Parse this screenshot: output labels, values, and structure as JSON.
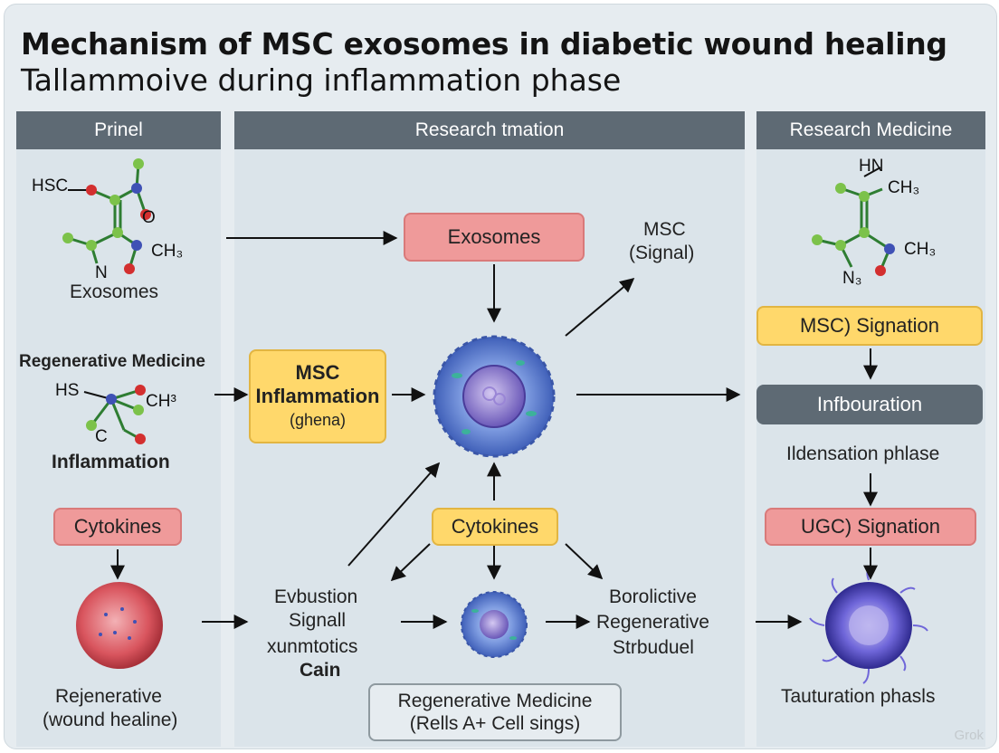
{
  "title": {
    "line1": "Mechanism of MSC exosomes in diabetic wound healing",
    "line2": "Tallammoive during  inflammation phase"
  },
  "columns": {
    "left": {
      "header": "Prinel"
    },
    "middle": {
      "header": "Research tmation"
    },
    "right": {
      "header": "Research Medicine"
    }
  },
  "left": {
    "chem1": {
      "hsc": "HSC",
      "o": "O",
      "n": "N",
      "ch3": "CH₃"
    },
    "exosomes_label": "Exosomes",
    "regen_title": "Regenerative Medicine",
    "chem2": {
      "hs": "HS",
      "ch3": "CH³",
      "c": "C"
    },
    "inflammation_label": "Inflammation",
    "cytokines_box": "Cytokines",
    "regen_line1": "Rejenerative",
    "regen_line2": "(wound healine)"
  },
  "middle": {
    "exosomes_box": "Exosomes",
    "msc_signal_line1": "MSC",
    "msc_signal_line2": "(Signal)",
    "msc_box": {
      "line1": "MSC",
      "line2": "Inflammation",
      "line3": "(ghena)"
    },
    "cytokines_box": "Cytokines",
    "evbustion": {
      "line1": "Evbustion",
      "line2": "Signall",
      "line3": "xunmtotics",
      "line4": "Cain"
    },
    "borolictive": {
      "line1": "Borolictive",
      "line2": "Regenerative",
      "line3": "Strbuduel"
    },
    "regen_box": {
      "line1": "Regenerative Medicine",
      "line2": "(Rells A+ Cell sings)"
    }
  },
  "right": {
    "chem3": {
      "hn": "HN",
      "ch3a": "CH₃",
      "ch3b": "CH₃",
      "n3": "N₃"
    },
    "msc_signation_box": "MSC) Signation",
    "infbouration_box": "Infbouration",
    "ildensation_label": "Ildensation phlase",
    "ugc_signation_box": "UGC) Signation",
    "tauturation_label": "Tauturation phasls"
  },
  "watermark": "Grok",
  "colors": {
    "background": "#e6ecf0",
    "column_bg": "#dbe4ea",
    "header": "#5e6a74",
    "red_box": "#ef9a9a",
    "yellow_box": "#ffd86b",
    "cell_blue": "#5b7fd6",
    "cell_red": "#d9555e"
  }
}
